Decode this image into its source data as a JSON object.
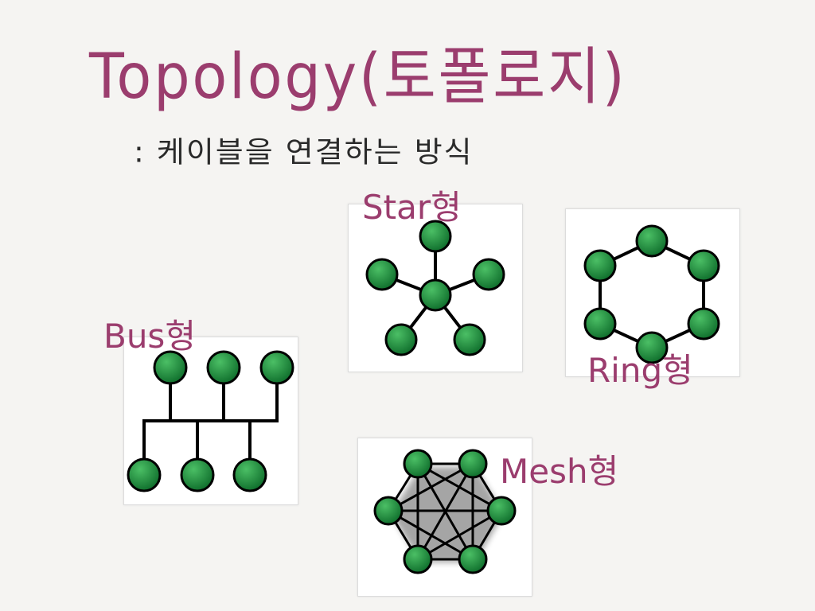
{
  "colors": {
    "ink": "#9b3d6e",
    "subtitle_ink": "#2a2a2a",
    "node_fill_light": "#4bbf65",
    "node_fill_dark": "#0f6e2c",
    "node_stroke": "#000000",
    "edge": "#000000"
  },
  "header": {
    "title": "Topology(토폴로지)",
    "subtitle": ": 케이블을 연결하는 방식"
  },
  "diagrams": {
    "star": {
      "label": "Star형"
    },
    "ring": {
      "label": "Ring형"
    },
    "bus": {
      "label": "Bus형"
    },
    "mesh": {
      "label": "Mesh형"
    }
  }
}
